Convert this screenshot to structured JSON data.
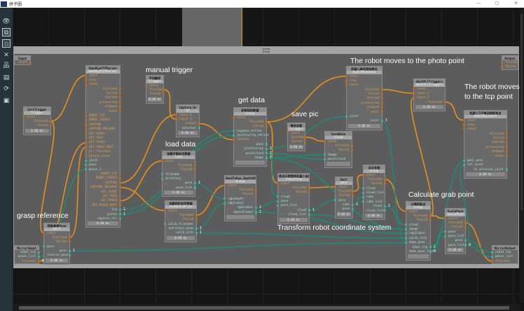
{
  "window": {
    "title": "拼子圈",
    "minimize": "—",
    "maximize": "▢",
    "close": "✕"
  },
  "sidebar": [
    {
      "icon": "eye-icon",
      "glyph": "👁"
    },
    {
      "icon": "fit-view-icon",
      "glyph": "⧉"
    },
    {
      "icon": "nodes-icon",
      "glyph": "▫"
    },
    {
      "icon": "collapse-icon",
      "glyph": "✕"
    },
    {
      "icon": "hierarchy-icon",
      "glyph": "品"
    },
    {
      "icon": "document-icon",
      "glyph": "▤"
    },
    {
      "icon": "refresh-icon",
      "glyph": "⟳"
    },
    {
      "icon": "screen-icon",
      "glyph": "▣"
    }
  ],
  "group": {
    "title": "group",
    "type": "Group"
  },
  "annotations": {
    "manual": "manual trigger",
    "getdata": "get data",
    "savepic": "save pic",
    "load": "load data",
    "transform": "Transform robot coordinate system",
    "photo": "The robot moves to the photo point",
    "tcp1": "The robot moves",
    "tcp2": "to the tcp point",
    "calc": "Calculate grab point",
    "grasp": "grasp reference"
  },
  "nodes": [
    {
      "id": "input",
      "title": "Input",
      "ports": [
        [
          "out",
          "e",
          "start"
        ]
      ]
    },
    {
      "id": "output",
      "title": "Output",
      "ports": [
        [
          "in",
          "e",
          "finished"
        ],
        [
          "in",
          "e",
          "failed"
        ]
      ]
    },
    {
      "id": "init",
      "title": "InitTrigger",
      "type": "Trigger",
      "ports": [
        [
          "in",
          "e",
          "start"
        ],
        [
          "out",
          "e",
          "finished"
        ],
        [
          "out",
          "e",
          "failed"
        ]
      ],
      "time": "0.00 ms"
    },
    {
      "id": "server",
      "title": "HandEyeTCPServer",
      "type": "HandEyeTCPServer",
      "ports": [
        [
          "in",
          "e",
          "start"
        ],
        [
          "in",
          "e",
          "stop"
        ],
        [
          "in",
          "e",
          "reset"
        ],
        [
          "out",
          "e",
          "finished"
        ],
        [
          "out",
          "e",
          "failed"
        ],
        [
          "out",
          "e",
          "started"
        ],
        [
          "out",
          "e",
          "processing"
        ],
        [
          "out",
          "e",
          "stopped"
        ],
        [
          "out",
          "e",
          "reset"
        ],
        [
          "in",
          "e",
          "ROBOT_TCP"
        ],
        [
          "in",
          "e",
          "ROBOT_JOINTS"
        ],
        [
          "in",
          "e",
          "CAPTURE"
        ],
        [
          "in",
          "e",
          "CAPTURE_MESSAGE"
        ],
        [
          "in",
          "e",
          "GET_JOINT"
        ],
        [
          "in",
          "e",
          "GET_POSE"
        ],
        [
          "in",
          "e",
          "GET_POSES"
        ],
        [
          "in",
          "e",
          "GET_POSES_NEXT"
        ],
        [
          "in",
          "e",
          "all_finished"
        ],
        [
          "in",
          "e",
          "detect_error"
        ],
        [
          "in",
          "d",
          "joint"
        ],
        [
          "in",
          "d",
          "pose"
        ],
        [
          "in",
          "d",
          "poses_l"
        ],
        [
          "out",
          "e",
          "ROBOT_TCP"
        ],
        [
          "out",
          "e",
          "ROBOT_JOINTS"
        ],
        [
          "out",
          "e",
          "CAPTURE"
        ],
        [
          "out",
          "e",
          "CAPTURE_MESSAGE"
        ],
        [
          "out",
          "e",
          "GET_JOINT"
        ],
        [
          "out",
          "e",
          "GET_POSE"
        ],
        [
          "out",
          "e",
          "GET_POSES"
        ],
        [
          "out",
          "e",
          "GET_POSES_NEXT"
        ],
        [
          "out",
          "d",
          "tcp",
          "1"
        ],
        [
          "out",
          "d",
          "joints",
          "1"
        ],
        [
          "out",
          "d",
          "capture_str"
        ]
      ],
      "time": "0.00 ms"
    },
    {
      "id": "manual",
      "title": "手动触发",
      "type": "Trigger",
      "ports": [
        [
          "in",
          "e",
          "start"
        ],
        [
          "out",
          "e",
          "finished"
        ],
        [
          "out",
          "e",
          "failed"
        ]
      ],
      "time": "0.00 ms"
    },
    {
      "id": "capture_or",
      "title": "Capture_Or",
      "type": "Or",
      "ports": [
        [
          "in",
          "e",
          "input_0"
        ],
        [
          "in",
          "e",
          "input_1"
        ],
        [
          "out",
          "e",
          "output"
        ],
        [
          "out",
          "d",
          "selector"
        ]
      ],
      "time": "0.00 ms"
    },
    {
      "id": "getdata",
      "title": "获取相机数据",
      "type": "Group",
      "ports": [
        [
          "in",
          "e",
          "start"
        ],
        [
          "out",
          "e",
          "finished"
        ],
        [
          "out",
          "e",
          "failed"
        ],
        [
          "in",
          "d",
          "tcppose_online"
        ],
        [
          "in",
          "d",
          "jointsarray_online"
        ],
        [
          "in",
          "e",
          "iterate"
        ],
        [
          "out",
          "d",
          "pose"
        ],
        [
          "out",
          "d",
          "jointsarray",
          "1"
        ],
        [
          "out",
          "d",
          "pointcloud",
          "1"
        ],
        [
          "out",
          "d",
          "image",
          "1"
        ]
      ],
      "time": ""
    },
    {
      "id": "savetrig",
      "title": "触发存图",
      "type": "Trigger",
      "ports": [
        [
          "in",
          "e",
          "start"
        ],
        [
          "out",
          "e",
          "finished"
        ],
        [
          "out",
          "e",
          "failed"
        ]
      ],
      "time": "0.00 ms"
    },
    {
      "id": "savedata",
      "title": "SaveData",
      "type": "Group",
      "ports": [
        [
          "in",
          "e",
          "start"
        ],
        [
          "out",
          "e",
          "finished"
        ],
        [
          "out",
          "e",
          "failed"
        ],
        [
          "in",
          "d",
          "image"
        ],
        [
          "in",
          "d",
          "pointcloud"
        ]
      ],
      "time": ""
    },
    {
      "id": "robotphoto",
      "title": "机器人移动到拍照点",
      "type": "RobotMovement",
      "ports": [
        [
          "in",
          "e",
          "start"
        ],
        [
          "in",
          "e",
          "stop"
        ],
        [
          "in",
          "e",
          "reset"
        ],
        [
          "out",
          "e",
          "finished"
        ],
        [
          "out",
          "e",
          "failed"
        ],
        [
          "out",
          "e",
          "started"
        ],
        [
          "out",
          "e",
          "processing"
        ],
        [
          "out",
          "e",
          "stopped"
        ],
        [
          "out",
          "e",
          "reset"
        ],
        [
          "in",
          "d",
          "joint"
        ],
        [
          "out",
          "d",
          "joint",
          "1"
        ]
      ],
      "time": "0.00 ms"
    },
    {
      "id": "waitall",
      "title": "WaitAllTriggers",
      "type": "WaitAllTriggers",
      "ports": [
        [
          "in",
          "e",
          "reset"
        ],
        [
          "in",
          "e",
          "input_1"
        ],
        [
          "in",
          "e",
          "input_2"
        ],
        [
          "out",
          "e",
          "finished"
        ]
      ],
      "time": "0.00 ms"
    },
    {
      "id": "robottcp",
      "title": "机器人TCP移动到抓取点",
      "type": "RobotMovement",
      "ports": [
        [
          "in",
          "e",
          "start"
        ],
        [
          "in",
          "e",
          "stop"
        ],
        [
          "in",
          "e",
          "reset"
        ],
        [
          "out",
          "e",
          "finished"
        ],
        [
          "out",
          "e",
          "failed"
        ],
        [
          "out",
          "e",
          "started"
        ],
        [
          "out",
          "e",
          "processing"
        ],
        [
          "out",
          "e",
          "stopped"
        ],
        [
          "out",
          "e",
          "reset"
        ],
        [
          "in",
          "d",
          "goal_pose"
        ],
        [
          "in",
          "d",
          "ref_joint"
        ],
        [
          "out",
          "d",
          "ik_solution_joint"
        ]
      ],
      "time": "0.00 ms"
    },
    {
      "id": "load",
      "title": "加载手眼标定数据",
      "type": "Load",
      "ports": [
        [
          "in",
          "e",
          "start"
        ],
        [
          "out",
          "e",
          "finished"
        ],
        [
          "out",
          "e",
          "failed"
        ],
        [
          "in",
          "d",
          "filename"
        ],
        [
          "in",
          "d",
          "directory"
        ],
        [
          "out",
          "d",
          "pose",
          "1"
        ],
        [
          "out",
          "d",
          "pose_list"
        ]
      ],
      "time": "0.00 ms"
    },
    {
      "id": "loadcalib",
      "title": "加载相机标定数据",
      "type": "LoadCalibFile",
      "ports": [
        [
          "in",
          "e",
          "start"
        ],
        [
          "out",
          "e",
          "finished"
        ],
        [
          "out",
          "e",
          "failed"
        ],
        [
          "in",
          "d",
          "calib_filename"
        ],
        [
          "out",
          "d",
          "extrinsic_pose",
          "1"
        ],
        [
          "out",
          "d",
          "calib_info",
          "1"
        ]
      ],
      "time": "0.00 ms"
    },
    {
      "id": "h2e",
      "title": "HandToEye_Depth2Robot",
      "type": "Group",
      "ports": [
        [
          "in",
          "e",
          "start"
        ],
        [
          "out",
          "e",
          "finished"
        ],
        [
          "out",
          "e",
          "failed"
        ],
        [
          "in",
          "d",
          "rgb2depth"
        ],
        [
          "in",
          "d",
          "rgb2robot"
        ],
        [
          "out",
          "d",
          "rgb2robot",
          "1"
        ],
        [
          "out",
          "d",
          "depth2robot",
          "1"
        ]
      ],
      "time": ""
    },
    {
      "id": "transform",
      "title": "将点云转换到机器人坐标系",
      "type": "Transform",
      "ports": [
        [
          "in",
          "e",
          "start"
        ],
        [
          "out",
          "e",
          "finished"
        ],
        [
          "out",
          "e",
          "failed"
        ],
        [
          "in",
          "d",
          "cloud"
        ],
        [
          "in",
          "d",
          "pose"
        ],
        [
          "in",
          "d",
          "pose_list"
        ],
        [
          "out",
          "d",
          "cloud",
          "1"
        ],
        [
          "out",
          "d",
          "cloud_list"
        ]
      ],
      "time": "0.00 ms"
    },
    {
      "id": "emit",
      "title": "Emit",
      "type": "Emit",
      "ports": [
        [
          "in",
          "e",
          "start"
        ],
        [
          "out",
          "e",
          "finished"
        ],
        [
          "out",
          "e",
          "failed"
        ],
        [
          "in",
          "d",
          "pose"
        ],
        [
          "out",
          "d",
          "cube",
          "1"
        ],
        [
          "out",
          "d",
          "pose"
        ]
      ],
      "time": "0.00 ms"
    },
    {
      "id": "group2",
      "title": "点云处理",
      "type": "Group",
      "ports": [
        [
          "in",
          "e",
          "start"
        ],
        [
          "out",
          "e",
          "finished"
        ],
        [
          "out",
          "e",
          "failed"
        ],
        [
          "in",
          "d",
          "cloud"
        ],
        [
          "in",
          "d",
          "cloud_list"
        ],
        [
          "in",
          "d",
          "cube"
        ],
        [
          "in",
          "d",
          "cube_list"
        ],
        [
          "out",
          "d",
          "cloud",
          "1"
        ],
        [
          "out",
          "d",
          "cloud_list"
        ]
      ],
      "time": "0.00 ms"
    },
    {
      "id": "calc",
      "title": "计算抓取点",
      "type": "Group",
      "ports": [
        [
          "in",
          "e",
          "start"
        ],
        [
          "out",
          "e",
          "finished"
        ],
        [
          "out",
          "e",
          "failed"
        ],
        [
          "in",
          "d",
          "cloud"
        ],
        [
          "in",
          "d",
          "image"
        ],
        [
          "in",
          "d",
          "rgb2robot"
        ],
        [
          "in",
          "d",
          "calib_info"
        ],
        [
          "in",
          "d",
          "dome_pose"
        ],
        [
          "out",
          "d",
          "robot_tcp",
          "1"
        ],
        [
          "out",
          "d",
          "dome_pose_list",
          "0"
        ]
      ],
      "time": ""
    },
    {
      "id": "scalepose",
      "title": "ScalePose",
      "type": "ScalePose",
      "ports": [
        [
          "in",
          "e",
          "start"
        ],
        [
          "out",
          "e",
          "finished"
        ],
        [
          "out",
          "e",
          "failed"
        ],
        [
          "in",
          "d",
          "pose"
        ],
        [
          "in",
          "d",
          "pose_list"
        ],
        [
          "out",
          "d",
          "pose"
        ],
        [
          "out",
          "d",
          "pose_list",
          "0"
        ]
      ],
      "time": "0.00 ms"
    },
    {
      "id": "grasp",
      "title": "抓取参考Pose",
      "type": "Emit",
      "ports": [
        [
          "in",
          "e",
          "start"
        ],
        [
          "out",
          "e",
          "finished"
        ],
        [
          "out",
          "e",
          "failed"
        ],
        [
          "in",
          "d",
          "pose"
        ],
        [
          "out",
          "d",
          "pose",
          "1"
        ],
        [
          "out",
          "d",
          "inverse_pose"
        ]
      ],
      "time": "0.00 ms"
    },
    {
      "id": "mirrorin",
      "title": "MirrorInput",
      "ports": [
        [
          "out",
          "d",
          "robot_tcp"
        ],
        [
          "out",
          "d",
          "poses_list"
        ],
        [
          "out",
          "e",
          "finished",
          "0"
        ]
      ]
    },
    {
      "id": "mirrorout",
      "title": "MirrorOutput",
      "ports": [
        [
          "in",
          "d",
          "robot_tcp"
        ],
        [
          "in",
          "d",
          "poses_list"
        ],
        [
          "in",
          "e",
          "finished"
        ]
      ]
    }
  ],
  "colors": {
    "exec_wire": "#e8901c",
    "data_wire": "#1f8a78"
  }
}
